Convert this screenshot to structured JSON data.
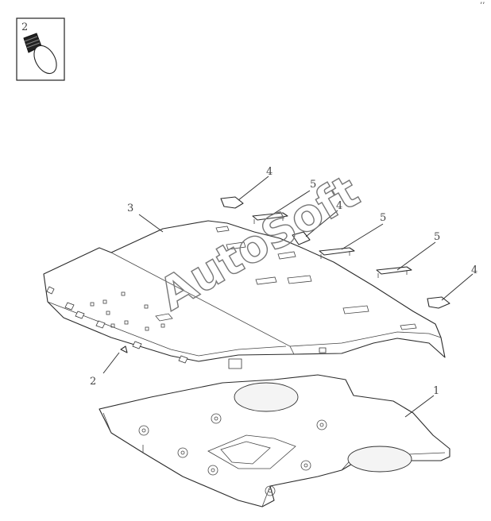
{
  "inset": {
    "number": "2"
  },
  "corner_mark": "’’",
  "callouts": {
    "p1": "1",
    "p2": "2",
    "p3": "3",
    "p4a": "4",
    "p4b": "4",
    "p4c": "4",
    "p5a": "5",
    "p5b": "5",
    "p5c": "5"
  },
  "watermark": "AutoSoft"
}
